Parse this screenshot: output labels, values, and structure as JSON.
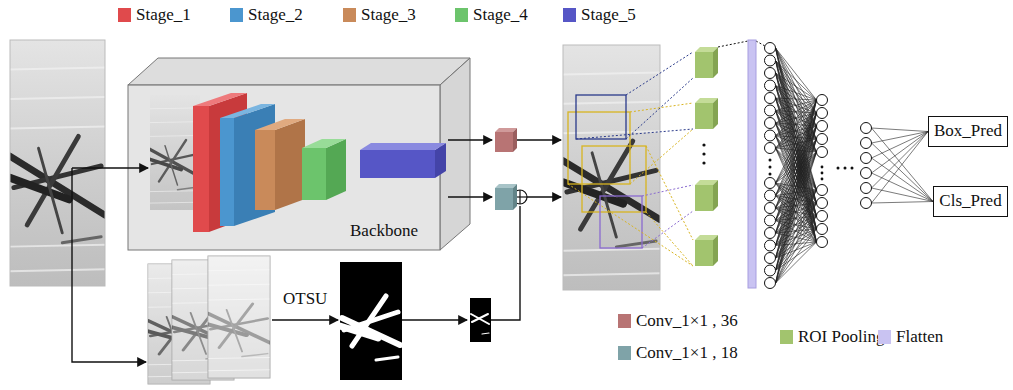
{
  "diagram": {
    "nodes": [
      {
        "text": [
          "Backbone"
        ]
      },
      {
        "text": [
          "Box_Pred"
        ]
      },
      {
        "text": [
          "Cls_Pred"
        ]
      }
    ],
    "labels": [
      "OTSU"
    ],
    "legend": [
      {
        "text": "Stage_1",
        "color": "#e04a4c"
      },
      {
        "text": "Stage_2",
        "color": "#4b96cf"
      },
      {
        "text": "Stage_3",
        "color": "#c98a5a"
      },
      {
        "text": "Stage_4",
        "color": "#6cc46c"
      },
      {
        "text": "Stage_5",
        "color": "#5656c6"
      },
      {
        "text": "Conv_1×1 , 36",
        "color": "#b87474"
      },
      {
        "text": "Conv_1×1 , 18",
        "color": "#7fa3a8"
      },
      {
        "text": "ROI Pooling",
        "color": "#a2c46e"
      },
      {
        "text": "Flatten",
        "color": "#c9c3f2"
      }
    ]
  }
}
